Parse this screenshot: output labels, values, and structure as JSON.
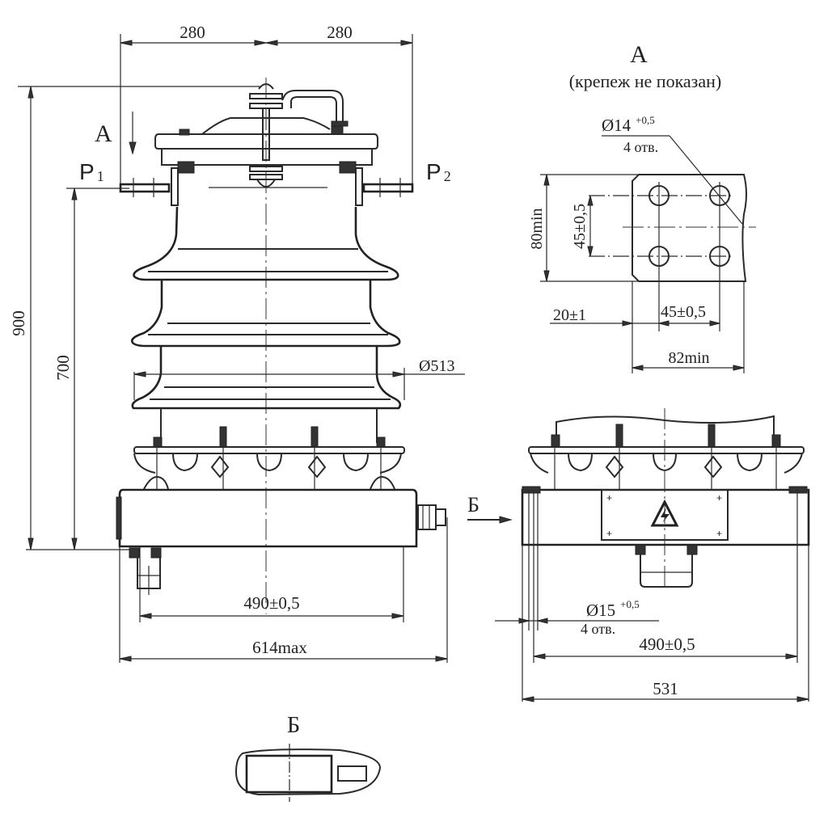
{
  "main_view": {
    "top_dim_left": "280",
    "top_dim_right": "280",
    "view_marker_a": "A",
    "terminal_p1": "P",
    "terminal_p1_sub": "1",
    "terminal_p2": "P",
    "terminal_p2_sub": "2",
    "height_total": "900",
    "height_terminal": "700",
    "diameter": "Ø513",
    "mount_spacing": "490±0,5",
    "overall_width": "614max",
    "view_marker_b": "Б"
  },
  "view_a": {
    "title": "A",
    "subtitle": "(крепеж не показан)",
    "hole_dia": "Ø14",
    "hole_tol": "+0,5",
    "hole_count": "4 отв.",
    "height_min": "80min",
    "vert_spacing": "45±0,5",
    "edge_offset": "20±1",
    "horiz_spacing": "45±0,5",
    "width_min": "82min"
  },
  "side_view": {
    "hole_dia": "Ø15",
    "hole_tol": "+0,5",
    "hole_count": "4 отв.",
    "mount_spacing": "490±0,5",
    "overall_width": "531"
  },
  "view_b": {
    "title": "Б"
  }
}
